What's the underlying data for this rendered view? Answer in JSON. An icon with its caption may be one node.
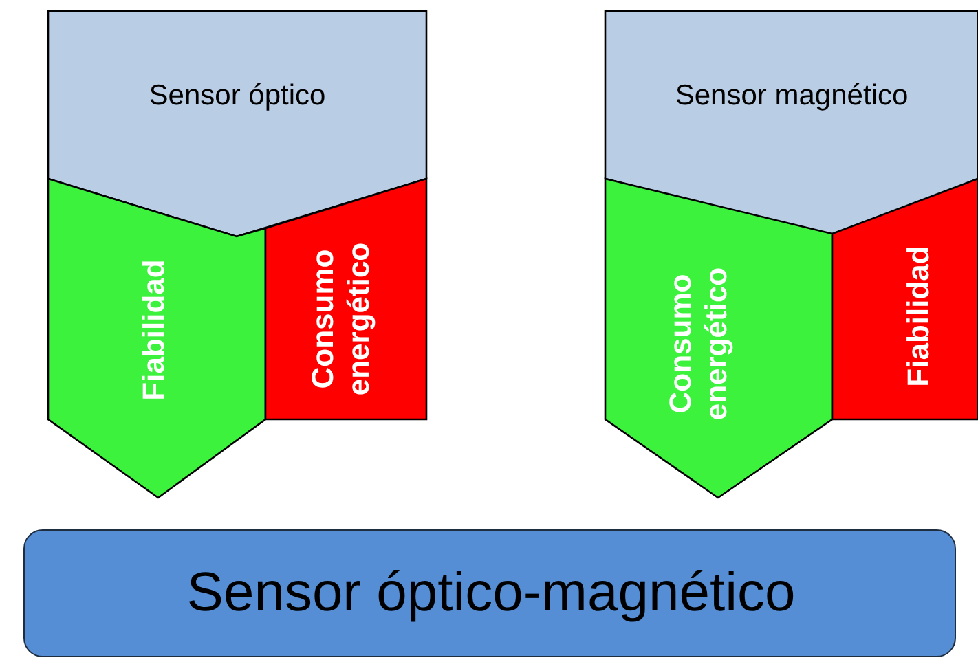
{
  "diagram": {
    "nodes": [
      {
        "text": [
          "Sensor óptico"
        ]
      },
      {
        "text": [
          "Fiabilidad"
        ]
      },
      {
        "text": [
          "Consumo energético"
        ]
      },
      {
        "text": [
          "Sensor magnético"
        ]
      },
      {
        "text": [
          "Consumo energético"
        ]
      },
      {
        "text": [
          "Fiabilidad"
        ]
      },
      {
        "text": [
          "Sensor óptico-magnético"
        ]
      }
    ]
  }
}
